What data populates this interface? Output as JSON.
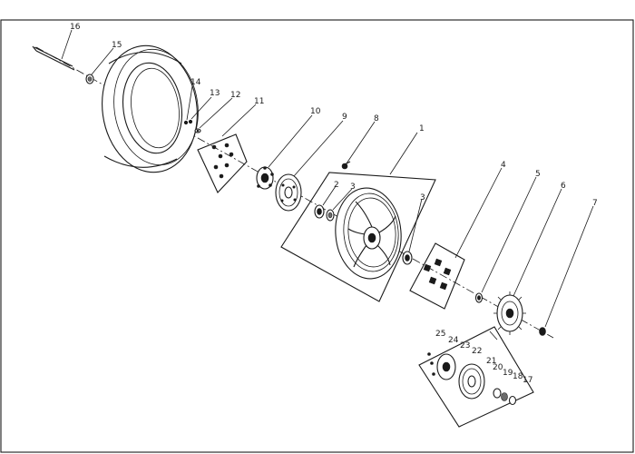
{
  "callouts": [
    {
      "id": "callout-1",
      "text": "1"
    },
    {
      "id": "callout-2",
      "text": "2"
    },
    {
      "id": "callout-3a",
      "text": "3"
    },
    {
      "id": "callout-3b",
      "text": "3"
    },
    {
      "id": "callout-4",
      "text": "4"
    },
    {
      "id": "callout-5",
      "text": "5"
    },
    {
      "id": "callout-6",
      "text": "6"
    },
    {
      "id": "callout-7",
      "text": "7"
    },
    {
      "id": "callout-8",
      "text": "8"
    },
    {
      "id": "callout-9",
      "text": "9"
    },
    {
      "id": "callout-10",
      "text": "10"
    },
    {
      "id": "callout-11",
      "text": "11"
    },
    {
      "id": "callout-12",
      "text": "12"
    },
    {
      "id": "callout-13",
      "text": "13"
    },
    {
      "id": "callout-14",
      "text": "14"
    },
    {
      "id": "callout-15",
      "text": "15"
    },
    {
      "id": "callout-16",
      "text": "16"
    },
    {
      "id": "callout-17",
      "text": "17"
    },
    {
      "id": "callout-18",
      "text": "18"
    },
    {
      "id": "callout-19",
      "text": "19"
    },
    {
      "id": "callout-20",
      "text": "20"
    },
    {
      "id": "callout-21",
      "text": "21"
    },
    {
      "id": "callout-22",
      "text": "22"
    },
    {
      "id": "callout-23",
      "text": "23"
    },
    {
      "id": "callout-24",
      "text": "24"
    },
    {
      "id": "callout-25",
      "text": "25"
    }
  ]
}
